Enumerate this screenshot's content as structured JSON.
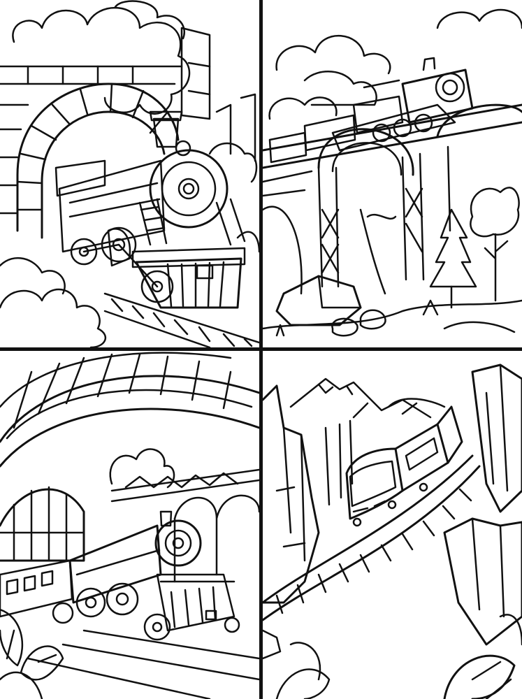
{
  "colors": {
    "line": "#111111",
    "paper": "#ffffff"
  },
  "panels": [
    {
      "scene": "steam-locomotive-exiting-stone-tunnel"
    },
    {
      "scene": "steam-train-on-arched-bridge"
    },
    {
      "scene": "steam-locomotive-in-station"
    },
    {
      "scene": "modern-train-on-cliffside-track"
    }
  ]
}
